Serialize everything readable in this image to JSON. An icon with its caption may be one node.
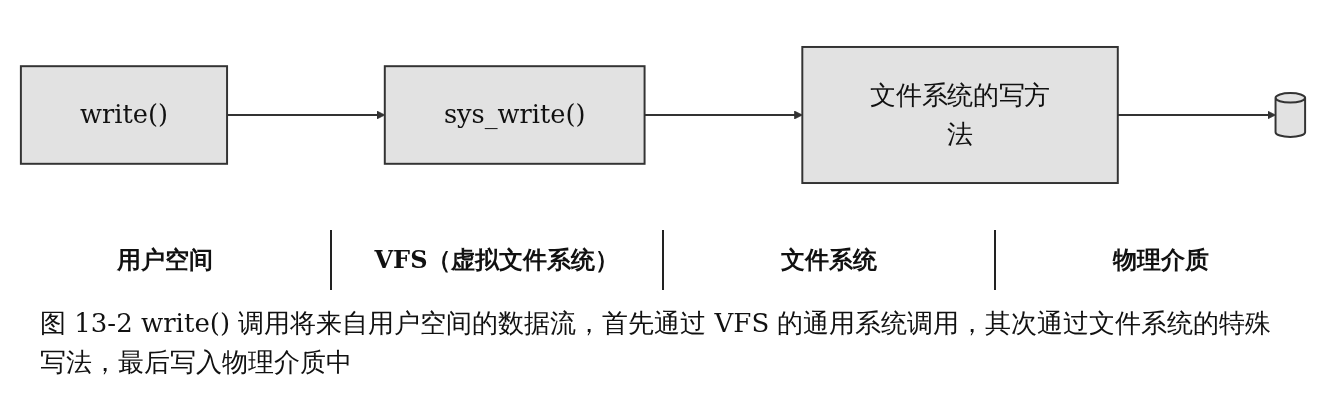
{
  "diagram": {
    "caption": "图 13-2 write() 调用将来自用户空间的数据流，首先通过 VFS 的通用系统调用，其次通过文件系统的特殊写法，最后写入物理介质中",
    "nodes": [
      {
        "text": [
          "write()"
        ]
      },
      {
        "text": [
          "sys_write()"
        ]
      },
      {
        "text": [
          "文件系统的写方法"
        ]
      },
      {
        "text": [],
        "shape": "cylinder"
      }
    ],
    "edges": [
      {
        "from": 0,
        "to": 1,
        "arrow": "to"
      },
      {
        "from": 1,
        "to": 2,
        "arrow": "to"
      },
      {
        "from": 2,
        "to": 3,
        "arrow": "to"
      }
    ],
    "labels": [
      "用户空间",
      "VFS（虚拟文件系统）",
      "文件系统",
      "物理介质"
    ]
  }
}
